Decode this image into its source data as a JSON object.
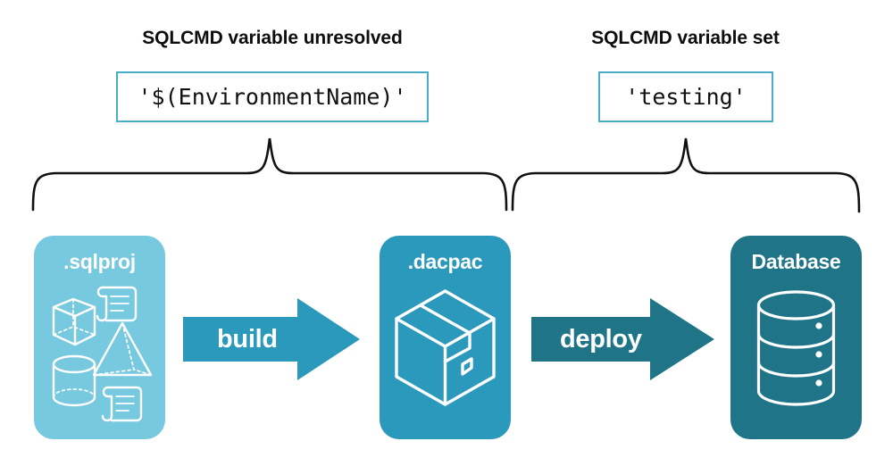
{
  "diagram": {
    "title_left": "SQLCMD variable unresolved",
    "title_right": "SQLCMD variable set",
    "code_left": "'$(EnvironmentName)'",
    "code_right": "'testing'",
    "colors": {
      "sqlproj": "#76c9de",
      "dacpac": "#2b99bc",
      "database": "#1f7488",
      "arrow_build": "#2b99bc",
      "arrow_deploy": "#1f7488",
      "code_border": "#4aadc8",
      "brace": "#111111",
      "background": "#ffffff",
      "icon_stroke": "#ffffff",
      "heading_text": "#0d0d0d"
    },
    "nodes": [
      {
        "id": "sqlproj",
        "label": ".sqlproj",
        "icons": [
          "cube-icon",
          "scroll-icon",
          "pyramid-icon",
          "cylinder-icon",
          "scroll-icon"
        ]
      },
      {
        "id": "dacpac",
        "label": ".dacpac",
        "icons": [
          "package-box-icon"
        ]
      },
      {
        "id": "database",
        "label": "Database",
        "icons": [
          "database-cylinder-icon"
        ]
      }
    ],
    "arrows": [
      {
        "id": "build",
        "label": "build"
      },
      {
        "id": "deploy",
        "label": "deploy"
      }
    ],
    "braces": [
      {
        "id": "brace-left",
        "spans": [
          "sqlproj",
          "build",
          "dacpac"
        ]
      },
      {
        "id": "brace-right",
        "spans": [
          "dacpac",
          "deploy",
          "database"
        ]
      }
    ]
  }
}
